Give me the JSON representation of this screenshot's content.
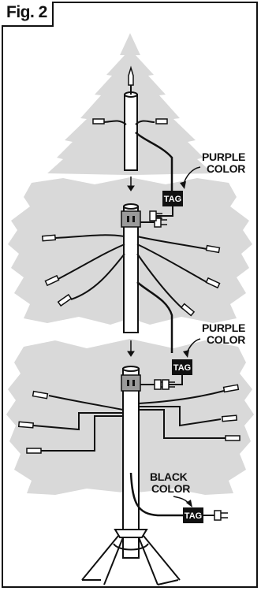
{
  "figure": {
    "label": "Fig. 2"
  },
  "callouts": {
    "top": {
      "line1": "PURPLE",
      "line2": "COLOR"
    },
    "middle": {
      "line1": "PURPLE",
      "line2": "COLOR"
    },
    "bottom": {
      "line1": "BLACK",
      "line2": "COLOR"
    }
  },
  "tags": {
    "top": "TAG",
    "middle": "TAG",
    "bottom": "TAG"
  },
  "colors": {
    "tree_silhouette": "#d9d9d9",
    "line": "#111111",
    "tag_fill": "#111111",
    "outlet_fill": "#9a9a9a"
  }
}
